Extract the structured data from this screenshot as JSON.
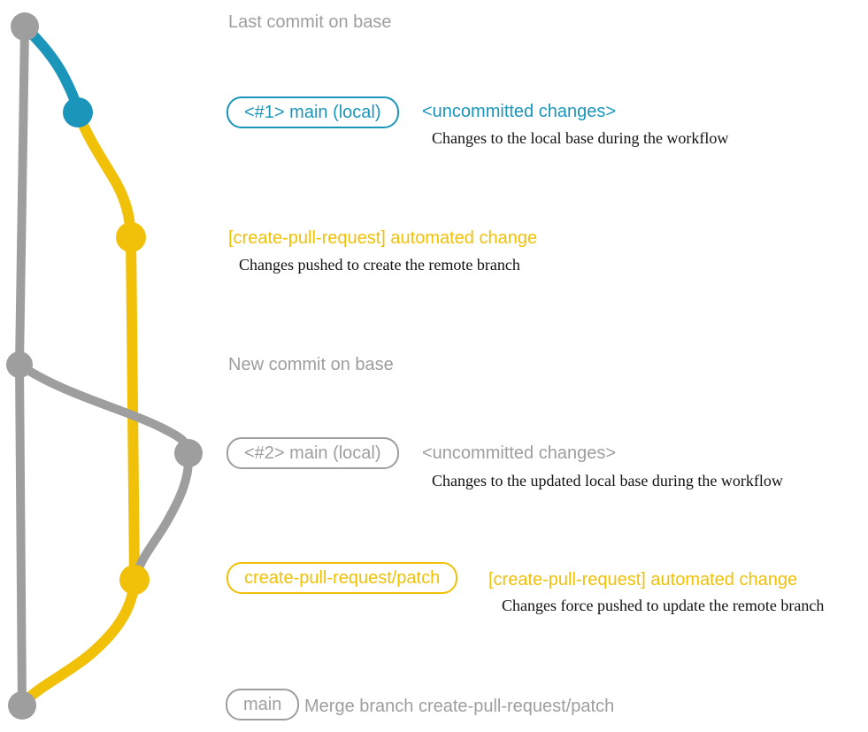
{
  "colors": {
    "gray": "#9e9e9e",
    "blue": "#1b95ba",
    "yellow": "#f0c108",
    "dark": "#111111"
  },
  "annotations": {
    "last_commit": {
      "text": "Last commit on base"
    },
    "commit1": {
      "badge": "<#1> main (local)",
      "title": "<uncommitted changes>",
      "desc": "Changes to the local base during the workflow"
    },
    "push1": {
      "title": "[create-pull-request] automated change",
      "desc": "Changes pushed to create the remote branch"
    },
    "new_commit": {
      "text": "New commit on base"
    },
    "commit2": {
      "badge": "<#2> main (local)",
      "title": "<uncommitted changes>",
      "desc": "Changes to the updated local base during the workflow"
    },
    "push2": {
      "badge": "create-pull-request/patch",
      "title": "[create-pull-request] automated change",
      "desc": "Changes force pushed to update the remote branch"
    },
    "merge": {
      "badge": "main",
      "text": "Merge branch create-pull-request/patch"
    }
  }
}
